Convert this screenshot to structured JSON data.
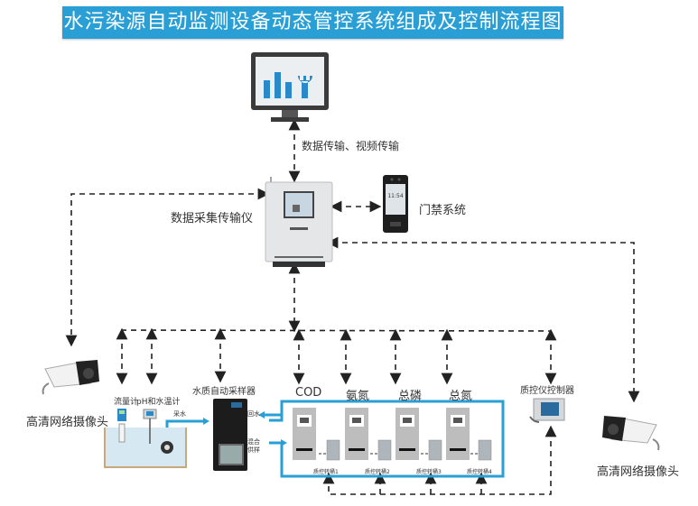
{
  "title": "水污染源自动监测设备动态管控系统组成及控制流程图",
  "nodes": {
    "monitor": {
      "icon": "monitor-chart-wrench-icon"
    },
    "transmission_label": "数据传输、视频传输",
    "data_logger": {
      "label": "数据采集传输仪",
      "icon": "data-logger-icon"
    },
    "access_control": {
      "label": "门禁系统",
      "icon": "face-recognition-terminal-icon",
      "screen_time": "11:54"
    },
    "camera_left": {
      "label": "高清网络摄像头",
      "icon": "bullet-camera-icon"
    },
    "camera_right": {
      "label": "高清网络摄像头",
      "icon": "bullet-camera-icon"
    },
    "flow_meter": {
      "label": "流量计",
      "icon": "flow-meter-icon"
    },
    "ph_meter": {
      "label": "pH和水温计",
      "icon": "ph-meter-icon"
    },
    "sampler": {
      "label": "水质自动采样器",
      "icon": "water-sampler-icon"
    },
    "qc_controller": {
      "label": "质控仪控制器",
      "icon": "qc-controller-icon"
    },
    "analyzers": [
      {
        "label": "COD",
        "bucket": "质控转桶1"
      },
      {
        "label": "氨氮",
        "bucket": "质控转桶2"
      },
      {
        "label": "总磷",
        "bucket": "质控转桶3"
      },
      {
        "label": "总氮",
        "bucket": "质控转桶4"
      }
    ],
    "pipe_labels": {
      "intake": "采水",
      "return": "回水",
      "mix_line1": "混合",
      "mix_line2": "供样"
    }
  },
  "colors": {
    "title_bg": "#2a9fd6",
    "pipe": "#2a9fd6",
    "water": "#d6e9f3",
    "tank_border": "#c9a77c",
    "dash": "#222222"
  }
}
